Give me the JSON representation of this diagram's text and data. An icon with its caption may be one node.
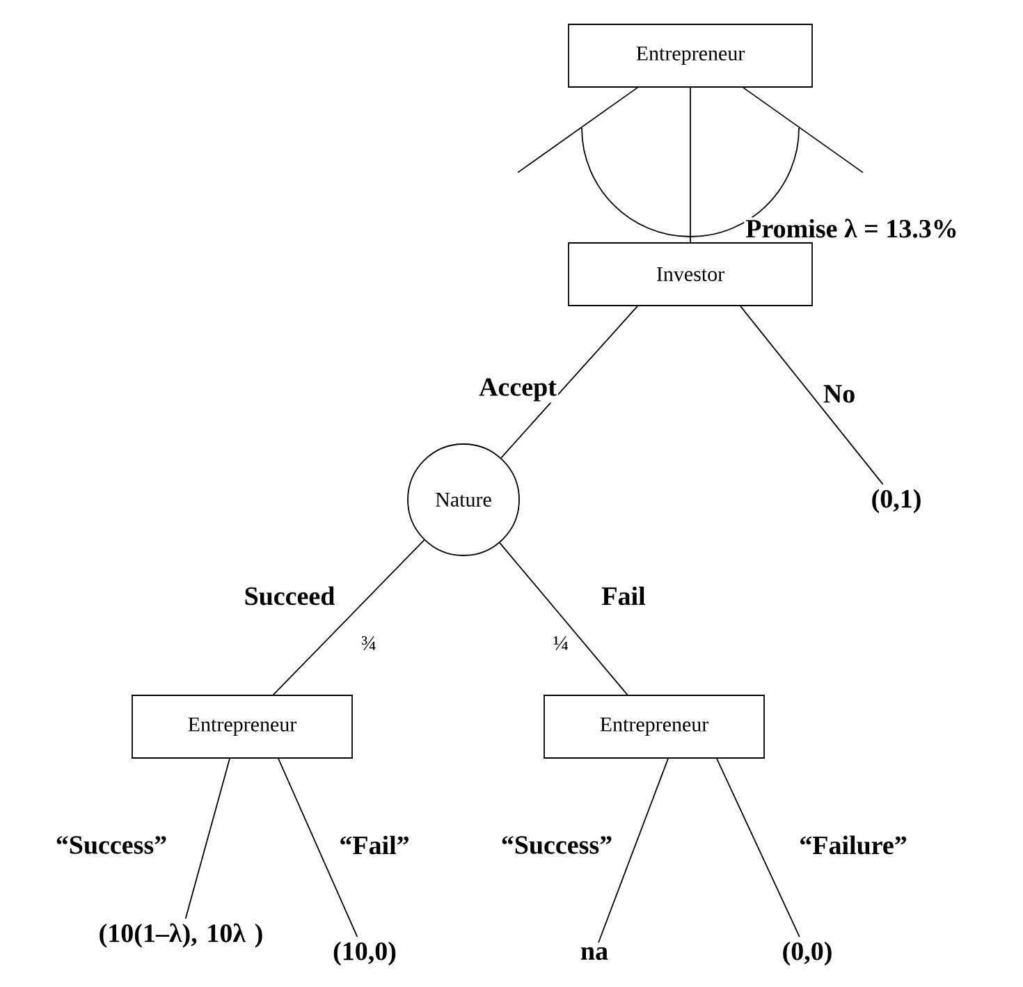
{
  "diagram": {
    "nodes": [
      {
        "text": [
          "Entrepreneur"
        ]
      },
      {
        "text": [
          "Investor"
        ]
      },
      {
        "text": [
          "Nature"
        ]
      },
      {
        "text": [
          "(0,1)"
        ]
      },
      {
        "text": [
          "Entrepreneur"
        ]
      },
      {
        "text": [
          "Entrepreneur"
        ]
      },
      {
        "text": [
          "(10(1–λ), 10λ )"
        ]
      },
      {
        "text": [
          "(10,0)"
        ]
      },
      {
        "text": [
          "na"
        ]
      },
      {
        "text": [
          "(0,0)"
        ]
      }
    ],
    "edges": [
      {
        "from": 0,
        "to": null,
        "arrow": "none"
      },
      {
        "from": 0,
        "to": 1,
        "arrow": "none",
        "label": "Promise λ = 13.3%"
      },
      {
        "from": 0,
        "to": null,
        "arrow": "none"
      },
      {
        "from": 1,
        "to": 2,
        "arrow": "none",
        "label": "Accept"
      },
      {
        "from": 1,
        "to": 3,
        "arrow": "none",
        "label": "No"
      },
      {
        "from": 2,
        "to": 4,
        "arrow": "none",
        "label": "Succeed"
      },
      {
        "from": 2,
        "to": 5,
        "arrow": "none",
        "label": "Fail"
      },
      {
        "from": 4,
        "to": 6,
        "arrow": "none",
        "label": "“Success”"
      },
      {
        "from": 4,
        "to": 7,
        "arrow": "none",
        "label": "“Fail”"
      },
      {
        "from": 5,
        "to": 8,
        "arrow": "none",
        "label": "“Success”"
      },
      {
        "from": 5,
        "to": 9,
        "arrow": "none",
        "label": "“Failure”"
      }
    ],
    "labels": [
      "¾",
      "¼"
    ]
  }
}
